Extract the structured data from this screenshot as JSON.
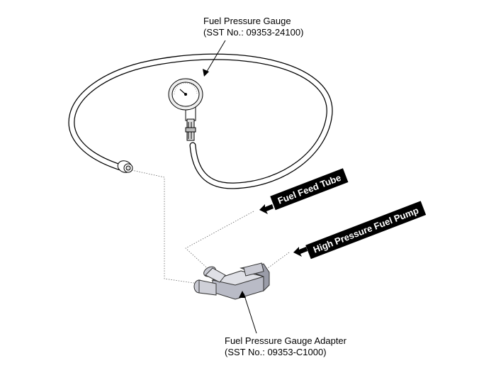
{
  "labels": {
    "gauge_line1": "Fuel Pressure Gauge",
    "gauge_line2": "(SST No.: 09353-24100)",
    "adapter_line1": "Fuel Pressure Gauge Adapter",
    "adapter_line2": "(SST No.: 09353-C1000)",
    "feed_tube": "Fuel Feed Tube",
    "pump": "High Pressure Fuel Pump"
  },
  "icons": [
    "fuel-pressure-gauge-icon",
    "hose-icon",
    "hose-fitting-icon",
    "adapter-icon",
    "arrow-icon"
  ]
}
